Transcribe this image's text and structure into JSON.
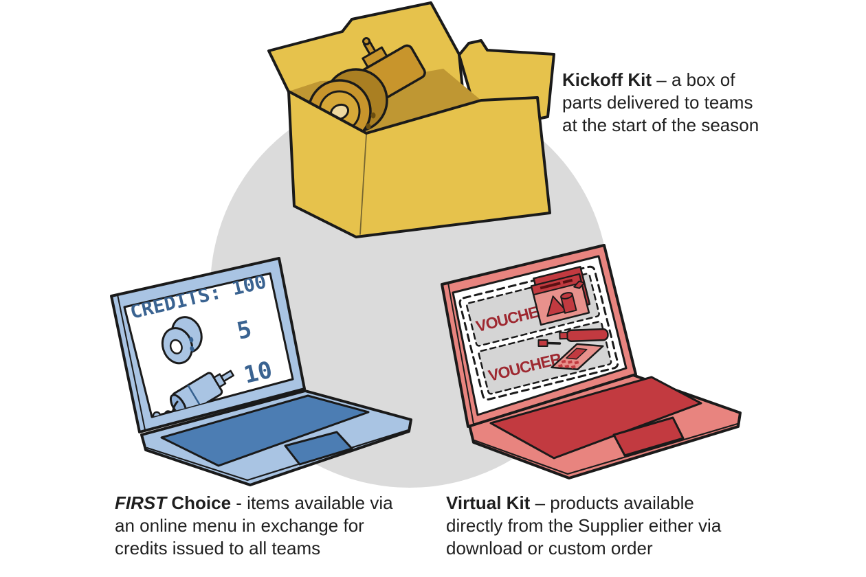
{
  "scene": {
    "background_color": "#ffffff",
    "circle_color": "#dbdbdb",
    "outline_color": "#1a1a1a"
  },
  "kickoff_box": {
    "description": "open cardboard box with robot wheel and motor inside",
    "box_color": "#e6c24c",
    "interior_color": "#bf9733",
    "parts_color": "#c8952c"
  },
  "first_choice_laptop": {
    "frame_color": "#a9c4e3",
    "keyboard_color": "#4c7db3",
    "screen_text_color": "#3a6391",
    "screen": {
      "credits_label": "CREDITS: 100",
      "wheel_price": "5",
      "motor_price": "10"
    }
  },
  "virtual_kit_laptop": {
    "frame_color": "#e8847f",
    "keyboard_color": "#c23a40",
    "screen_text_color": "#9e2830",
    "screen": {
      "voucher_top_label": "VOUCHER",
      "voucher_bottom_label": "VOUCHER"
    }
  },
  "captions": {
    "kickoff": {
      "title": "Kickoff Kit",
      "separator": "–",
      "body": "a box of parts delivered to teams at the start of the season"
    },
    "first_choice": {
      "title_italic": "FIRST",
      "title_bold": "Choice",
      "separator": "-",
      "body": "items available via an online menu in exchange for credits issued to all teams"
    },
    "virtual_kit": {
      "title": "Virtual Kit",
      "separator": "–",
      "body": "products available directly from the Supplier either via download or custom order"
    }
  }
}
